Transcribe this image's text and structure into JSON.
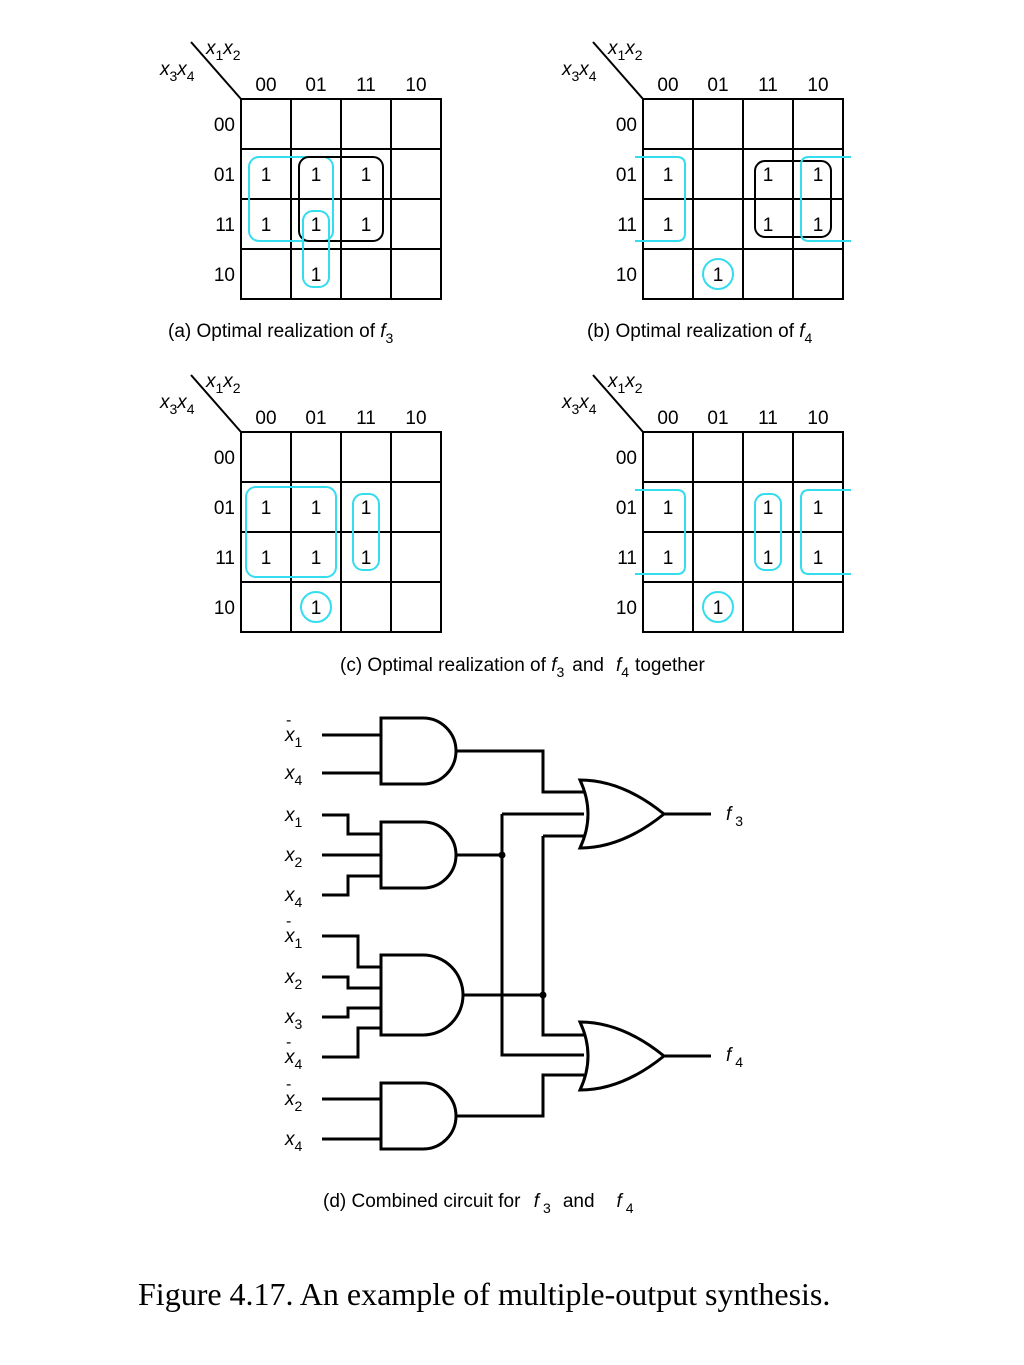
{
  "colors": {
    "group_cyan": "#33DDEE",
    "group_black": "#000000",
    "ink": "#000000"
  },
  "kmap_axis": {
    "col_var1": "x",
    "col_sub1": "1",
    "col_var2": "x",
    "col_sub2": "2",
    "row_var1": "x",
    "row_sub1": "3",
    "row_var2": "x",
    "row_sub2": "4",
    "col_labels": [
      "00",
      "01",
      "11",
      "10"
    ],
    "row_labels": [
      "00",
      "01",
      "11",
      "10"
    ]
  },
  "maps": [
    {
      "id": "a",
      "cells": [
        [
          "",
          "",
          "",
          ""
        ],
        [
          "1",
          "1",
          "1",
          ""
        ],
        [
          "1",
          "1",
          "1",
          ""
        ],
        [
          "",
          "1",
          "",
          ""
        ]
      ]
    },
    {
      "id": "b",
      "cells": [
        [
          "",
          "",
          "",
          ""
        ],
        [
          "1",
          "",
          "1",
          "1"
        ],
        [
          "1",
          "",
          "1",
          "1"
        ],
        [
          "",
          "1",
          "",
          ""
        ]
      ]
    },
    {
      "id": "c",
      "cells": [
        [
          "",
          "",
          "",
          ""
        ],
        [
          "1",
          "1",
          "1",
          ""
        ],
        [
          "1",
          "1",
          "1",
          ""
        ],
        [
          "",
          "1",
          "",
          ""
        ]
      ]
    },
    {
      "id": "d",
      "cells": [
        [
          "",
          "",
          "",
          ""
        ],
        [
          "1",
          "",
          "1",
          "1"
        ],
        [
          "1",
          "",
          "1",
          "1"
        ],
        [
          "",
          "1",
          "",
          ""
        ]
      ]
    }
  ],
  "captions": {
    "a": {
      "text": "(a) Optimal realization of ",
      "fn": "f",
      "sub": "3"
    },
    "b": {
      "text": "(b) Optimal realization of ",
      "fn": "f",
      "sub": "4"
    },
    "c": {
      "text": "(c) Optimal realization of ",
      "fn1": "f",
      "sub1": "3",
      "and": "and",
      "fn2": "f",
      "sub2": "4",
      "tail": "together"
    },
    "d": {
      "text": "(d) Combined circuit for ",
      "fn1": "f",
      "sub1": "3",
      "and": "and",
      "fn2": "f",
      "sub2": "4"
    }
  },
  "circuit": {
    "inputs": [
      {
        "var": "x",
        "sub": "1",
        "bar": "-"
      },
      {
        "var": "x",
        "sub": "4",
        "bar": ""
      },
      {
        "var": "x",
        "sub": "1",
        "bar": ""
      },
      {
        "var": "x",
        "sub": "2",
        "bar": ""
      },
      {
        "var": "x",
        "sub": "4",
        "bar": ""
      },
      {
        "var": "x",
        "sub": "1",
        "bar": "-"
      },
      {
        "var": "x",
        "sub": "2",
        "bar": ""
      },
      {
        "var": "x",
        "sub": "3",
        "bar": ""
      },
      {
        "var": "x",
        "sub": "4",
        "bar": "-"
      },
      {
        "var": "x",
        "sub": "2",
        "bar": "-"
      },
      {
        "var": "x",
        "sub": "4",
        "bar": ""
      }
    ],
    "outputs": [
      {
        "var": "f",
        "sub": "3"
      },
      {
        "var": "f",
        "sub": "4"
      }
    ]
  },
  "figure_caption": "Figure 4.17.  An example of multiple-output synthesis."
}
